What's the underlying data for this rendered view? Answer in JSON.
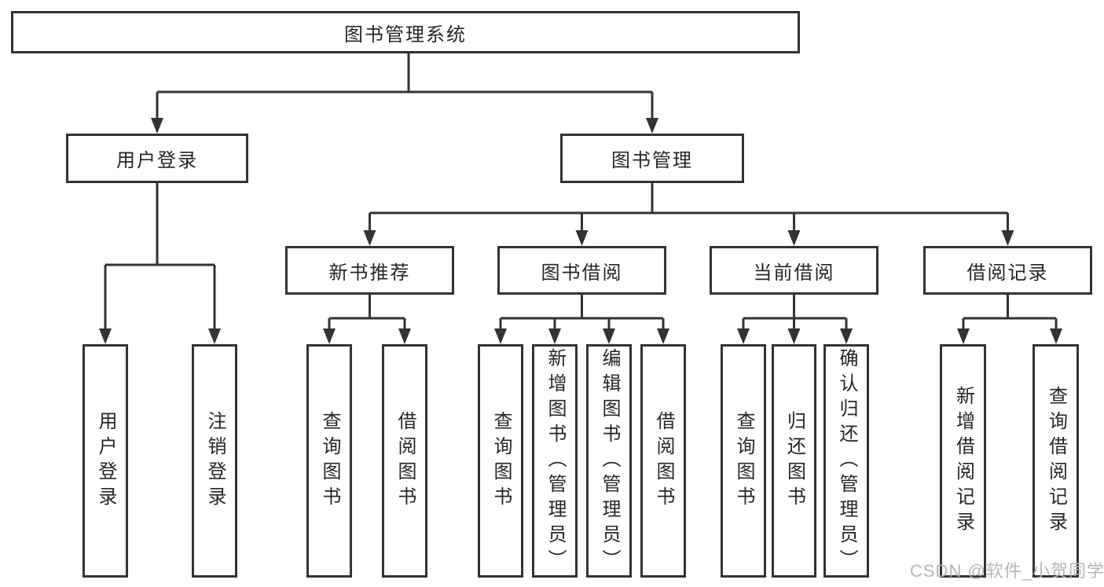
{
  "diagram": {
    "root": "图书管理系统",
    "level2": {
      "user_login": "用户登录",
      "book_management": "图书管理"
    },
    "level3": {
      "new_book_recommend": "新书推荐",
      "book_borrowing": "图书借阅",
      "current_borrowing": "当前借阅",
      "borrowing_records": "借阅记录"
    },
    "leaves": {
      "user_login_group": [
        "用户登录",
        "注销登录"
      ],
      "new_book_group": [
        "查询图书",
        "借阅图书"
      ],
      "book_borrowing_group": [
        "查询图书",
        "新增图书（管理员）",
        "编辑图书（管理员）",
        "借阅图书"
      ],
      "current_borrowing_group": [
        "查询图书",
        "归还图书",
        "确认归还（管理员）"
      ],
      "records_group": [
        "新增借阅记录",
        "查询借阅记录"
      ]
    }
  },
  "watermark": "CSDN @软件_小贺同学",
  "colors": {
    "line": "#333333",
    "text": "#262626",
    "watermark": "#b5b5b5",
    "background": "#ffffff"
  }
}
